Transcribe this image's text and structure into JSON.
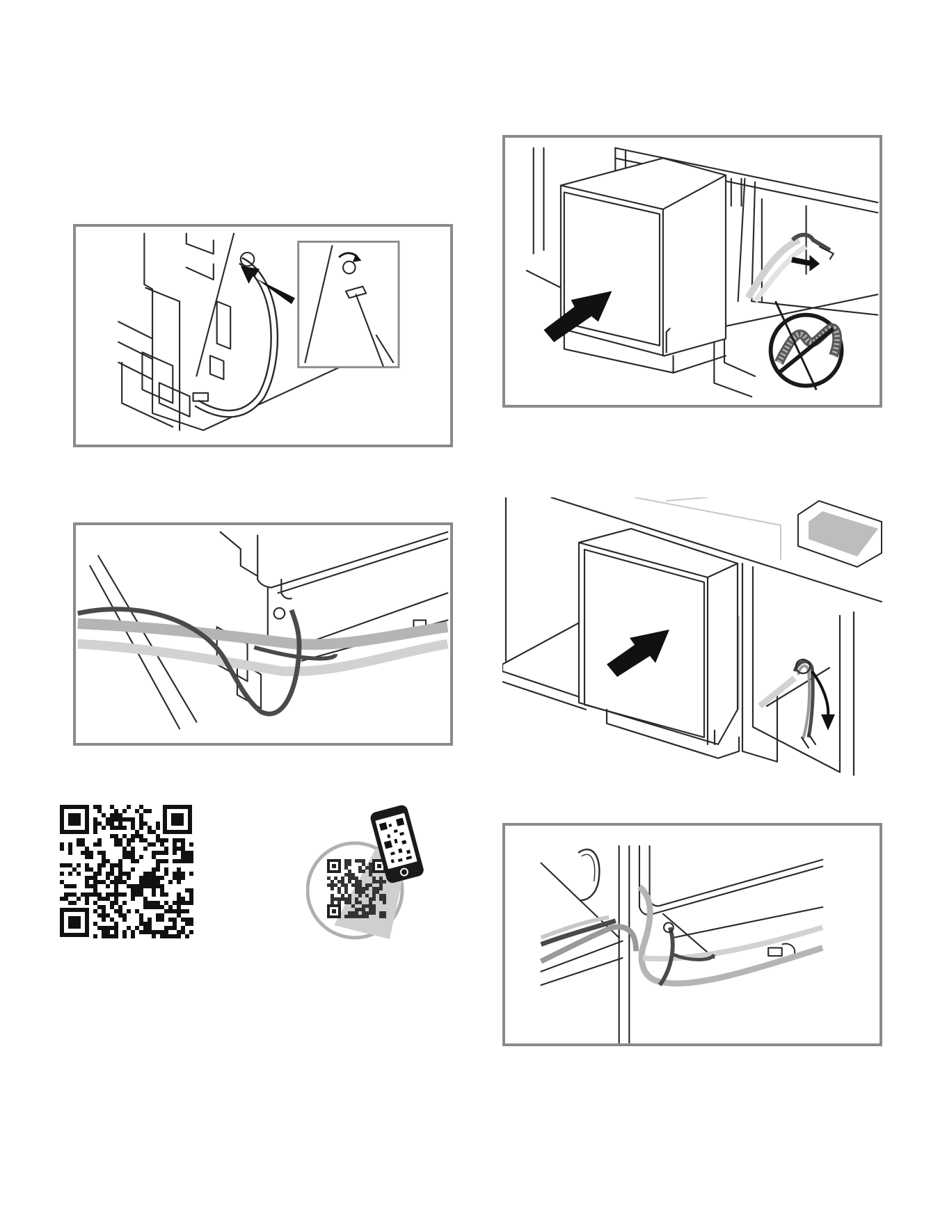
{
  "page": {
    "background": "#ffffff",
    "frame_color": "#8a8a8a"
  },
  "figures": [
    {
      "name": "hose-clip-attach",
      "arrows": "up-right",
      "detail_inset": "rotate"
    },
    {
      "name": "hoses-routed-under-base"
    },
    {
      "name": "appliance-slide-in-hose-pulled",
      "arrows": "push-in",
      "warning": "no-kinked-hose"
    },
    {
      "name": "appliance-slide-in-hose-down",
      "arrows": "push-in, down"
    },
    {
      "name": "hoses-routed-final"
    }
  ],
  "qr": {
    "code_icon": "qr-code-icon",
    "scan_icon": "phone-scan-qr-icon"
  },
  "colors": {
    "line": "#2a2a2a",
    "hose_dark": "#4a4a4a",
    "hose_light": "#b5b5b5",
    "hose_lighter": "#d2d2d2"
  }
}
